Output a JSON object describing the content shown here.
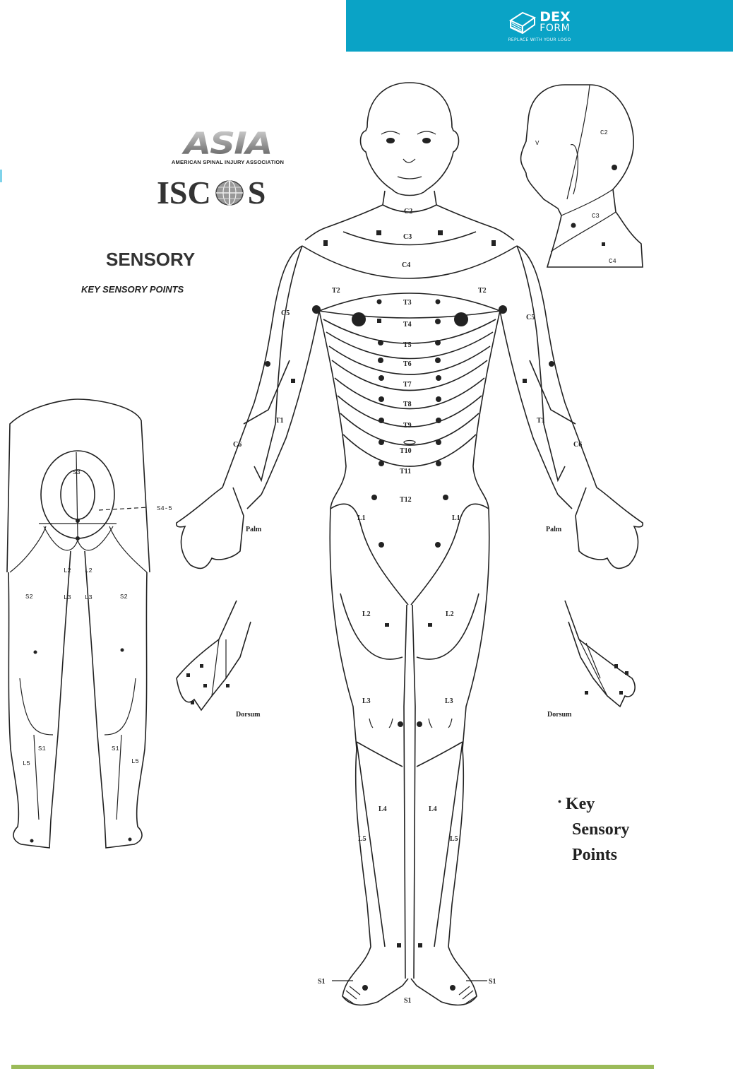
{
  "logo": {
    "line1": "DEX",
    "line2": "FORM",
    "tagline": "REPLACE WITH YOUR LOGO",
    "bg_color": "#0aa3c6",
    "icon": "stacked-paper-icon"
  },
  "asia": {
    "wordmark": "ASIA",
    "subtitle": "American Spinal Injury Association"
  },
  "iscos": {
    "left": "ISC",
    "right": "S",
    "icon": "globe-icon"
  },
  "title": "SENSORY",
  "subtitle": "KEY SENSORY POINTS",
  "legend": {
    "bullet": "•",
    "line1": "Key",
    "line2": "Sensory",
    "line3": "Points"
  },
  "front_labels": {
    "neck": "C2",
    "upper_chest": "C3",
    "shoulder": "C4",
    "t2_left": "T2",
    "t2_right": "T2",
    "t3": "T3",
    "t4": "T4",
    "t5": "T5",
    "t6": "T6",
    "t7": "T7",
    "t8": "T8",
    "t9": "T9",
    "t10": "T10",
    "t11": "T11",
    "t12": "T12",
    "l1_left": "L1",
    "l1_right": "L1",
    "l2_left": "L2",
    "l2_right": "L2",
    "l3_left": "L3",
    "l3_right": "L3",
    "l4_left": "L4",
    "l4_right": "L4",
    "l5_left": "L5",
    "l5_right": "L5",
    "c5_left": "C5",
    "c5_right": "C5",
    "c6_left": "C6",
    "c6_right": "C6",
    "t1_left": "T1",
    "t1_right": "T1",
    "s1_left": "S1",
    "s1_right": "S1",
    "s1_center": "S1",
    "palm_left": "Palm",
    "palm_right": "Palm",
    "dorsum_left": "Dorsum",
    "dorsum_right": "Dorsum"
  },
  "head_labels": {
    "face": "V",
    "scalp": "C2",
    "neck": "C3",
    "shoulder": "C4"
  },
  "back_labels": {
    "s3": "S3",
    "s45": "S4-5",
    "s2_left": "S2",
    "s2_right": "S2",
    "l2_left": "L2",
    "l3_left": "L3",
    "l2_right": "L2",
    "l3_right": "L3",
    "s1_left": "S1",
    "s1_right": "S1",
    "l5_left": "L5",
    "l5_right": "L5"
  },
  "footer": {
    "line_color": "#9bbb59"
  }
}
